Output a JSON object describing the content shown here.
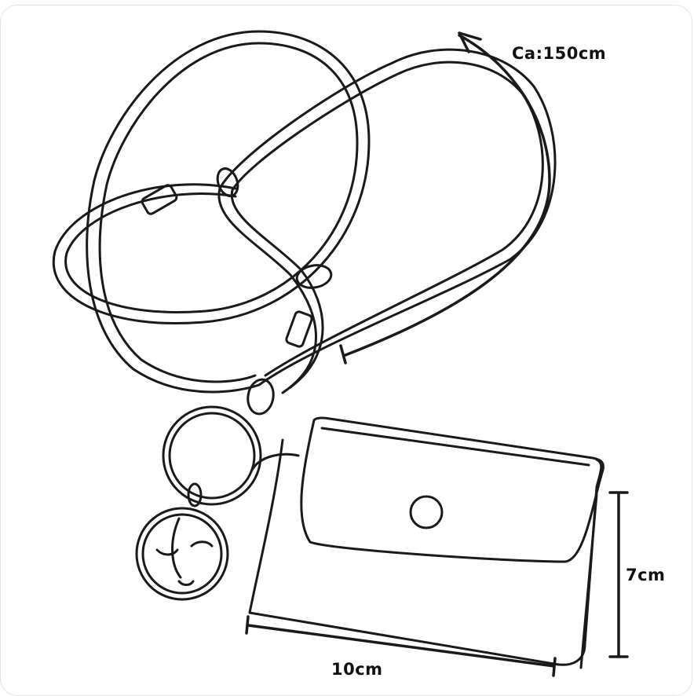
{
  "title": "Bag with strap dimension drawing",
  "dimensions": {
    "strap_length": "Ca:150cm",
    "height": "7cm",
    "width": "10cm"
  },
  "colors": {
    "line": "#1a1a1a",
    "background": "#ffffff"
  }
}
